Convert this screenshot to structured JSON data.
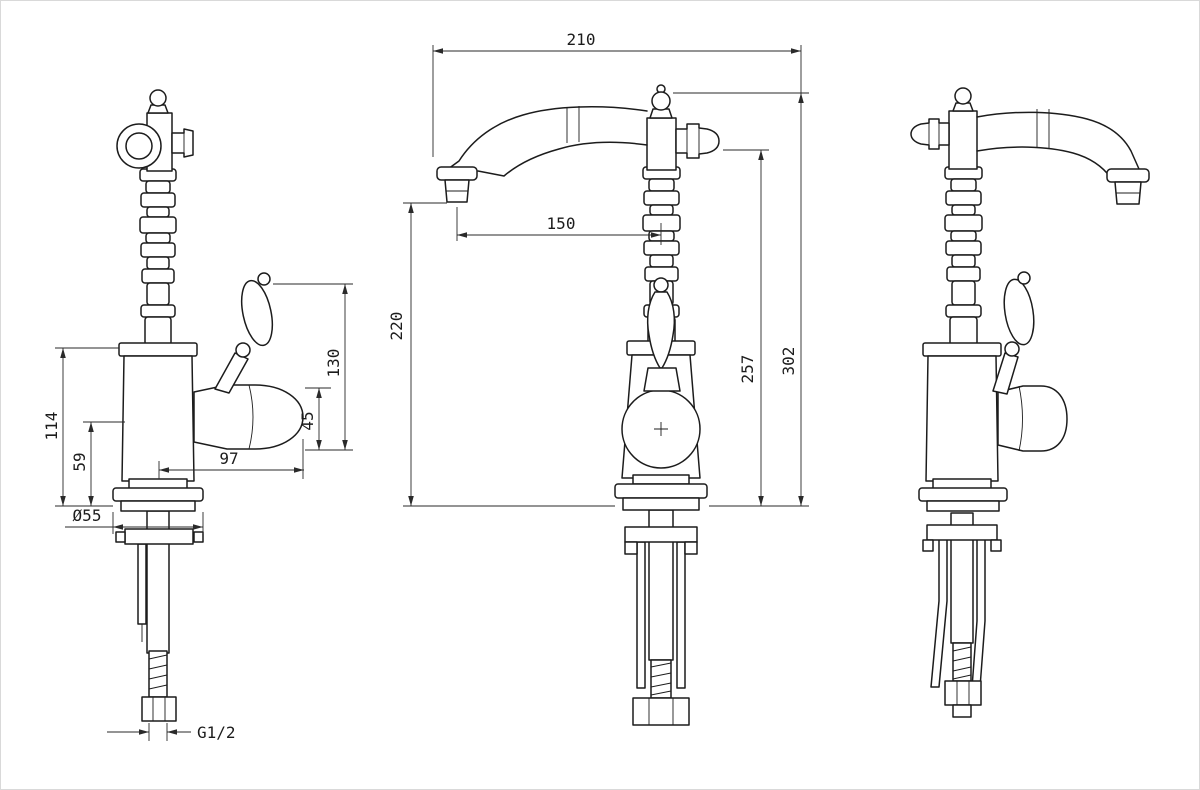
{
  "canvas": {
    "background": "#ffffff"
  },
  "style": {
    "outline_color": "#1c1c1c",
    "dimension_color": "#2a2a2a"
  },
  "dims": {
    "left": {
      "height_114": "114",
      "height_59": "59",
      "reach_97": "97",
      "offset_45": "45",
      "height_130": "130",
      "base_diameter": "Ø55",
      "thread": "G1/2"
    },
    "front": {
      "reach_210": "210",
      "reach_150": "150",
      "spout_height_220": "220",
      "height_257": "257",
      "total_height_302": "302"
    }
  }
}
